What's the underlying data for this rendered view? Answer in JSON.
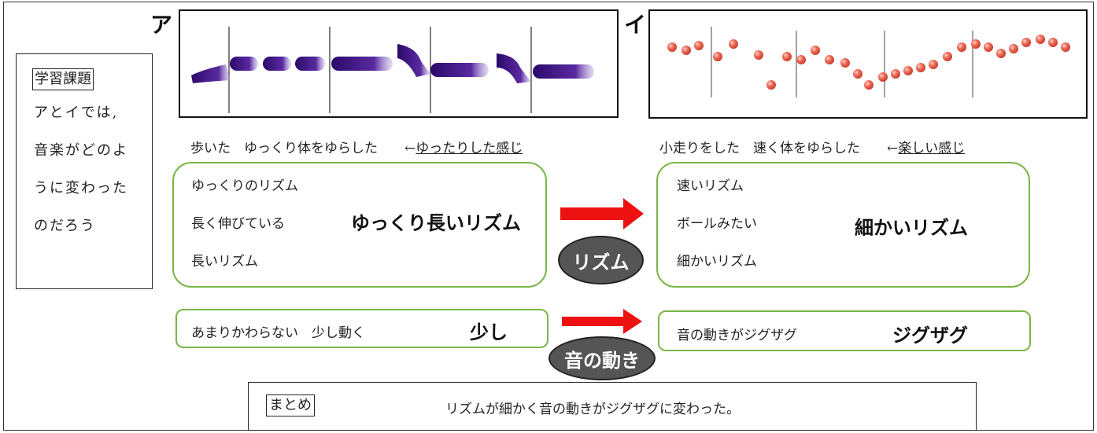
{
  "labels": {
    "a": "ア",
    "i": "イ"
  },
  "task": {
    "title": "学習課題",
    "lines": [
      "アとイでは,",
      "音楽がどのよ",
      "うに変わった",
      "のだろう"
    ]
  },
  "caption_a": {
    "text": "歩いた　ゆっくり体をゆらした　　←",
    "underlined": "ゆったりした感じ"
  },
  "caption_i": {
    "text": "小走りをした　速く体をゆらした　　←",
    "underlined": "楽しい感じ"
  },
  "rhythm_a": {
    "notes": [
      "ゆっくりのリズム",
      "長く伸びている",
      "長いリズム"
    ],
    "summary": "ゆっくり長いリズム"
  },
  "rhythm_i": {
    "notes": [
      "速いリズム",
      "ボールみたい",
      "細かいリズム"
    ],
    "summary": "細かいリズム"
  },
  "rhythm_label": "リズム",
  "motion_a": {
    "note": "あまりかわらない　少し動く",
    "summary": "少し"
  },
  "motion_i": {
    "note": "音の動きがジグザグ",
    "summary": "ジグザグ"
  },
  "motion_label": "音の動き",
  "conclusion": {
    "label": "まとめ",
    "text": "リズムが細かく音の動きがジグザグに変わった。"
  },
  "colors": {
    "green": "#7ab648",
    "arrow": "#ee1111",
    "oval": "#555555",
    "purple": "#4a1c8c",
    "ball": "#e85a4a"
  }
}
